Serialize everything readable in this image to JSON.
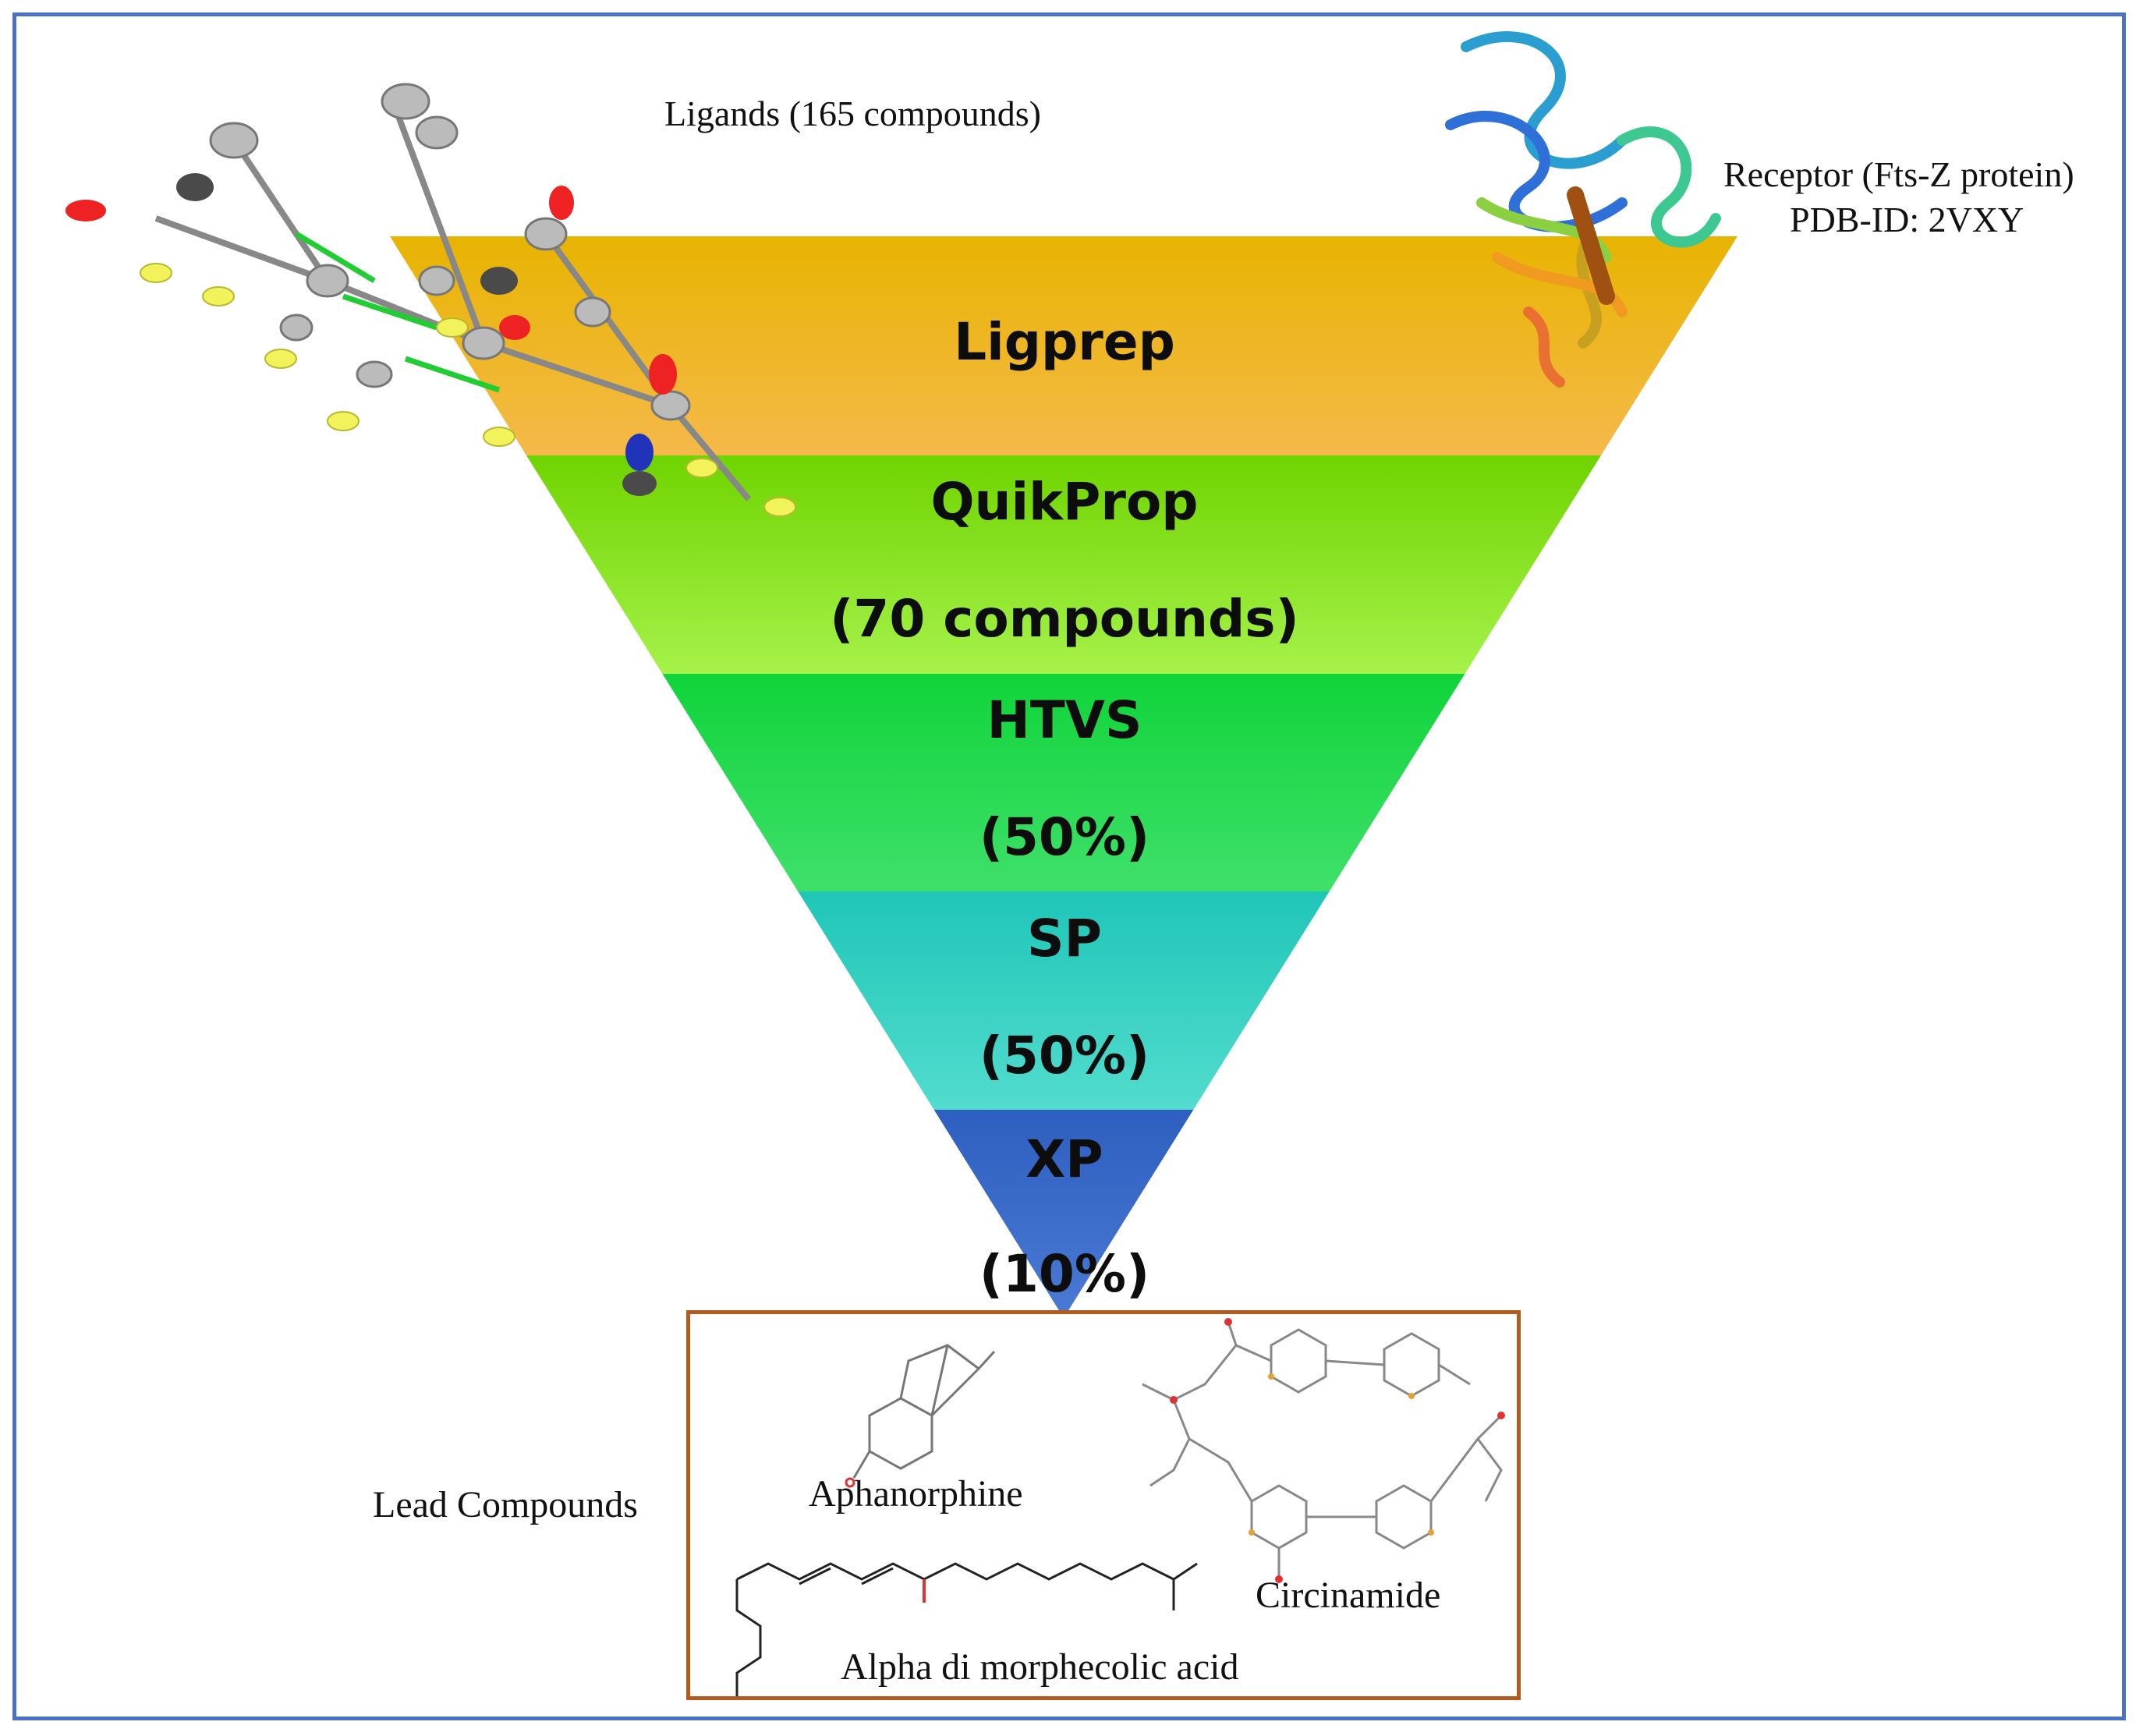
{
  "labels": {
    "ligands": "Ligands (165 compounds)",
    "receptor_line1": "Receptor (Fts-Z protein)",
    "receptor_line2": "PDB-ID: 2VXY",
    "lead_compounds": "Lead Compounds"
  },
  "stages": [
    {
      "name": "Ligprep",
      "detail": "",
      "color_top": "#e8b400",
      "color_bottom": "#f5b94a"
    },
    {
      "name": "QuikProp",
      "detail": "(70 compounds)",
      "color_top": "#6fd400",
      "color_bottom": "#a6f24a"
    },
    {
      "name": "HTVS",
      "detail": "(50%)",
      "color_top": "#10d43a",
      "color_bottom": "#3fe06a"
    },
    {
      "name": "SP",
      "detail": "(50%)",
      "color_top": "#1fc6b8",
      "color_bottom": "#52dccd"
    },
    {
      "name": "XP",
      "detail": "(10%)",
      "color_top": "#2e5fc0",
      "color_bottom": "#4a7ad4"
    }
  ],
  "lead_compounds": [
    {
      "name": "Aphanorphine"
    },
    {
      "name": "Circinamide"
    },
    {
      "name": "Alpha di morphecolic acid"
    }
  ],
  "colors": {
    "frame_border": "#4a72c4",
    "lead_box_border": "#b35a1f"
  }
}
